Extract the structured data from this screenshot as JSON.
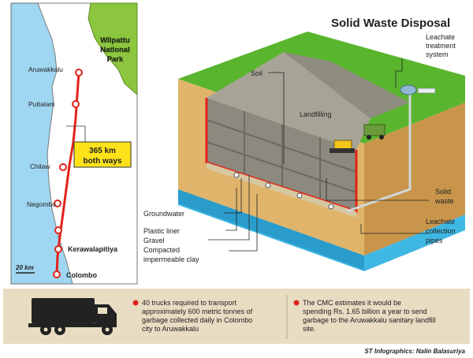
{
  "title": "Solid Waste Disposal",
  "map": {
    "park": [
      "Wilpattu",
      "National",
      "Park"
    ],
    "towns": {
      "aruwakkalu": "Aruwakkalu",
      "puttalam": "Puttalam",
      "chilaw": "Chilaw",
      "negombo": "Negombo",
      "kerawalapitiya": "Kerawalapitiya",
      "colombo": "Colombo"
    },
    "distance": [
      "365 km",
      "both ways"
    ],
    "scale": "20 km"
  },
  "labels": {
    "soil": "Soil",
    "landfilling": "Landfilling",
    "leachate_treatment": [
      "Leachate",
      "treatment",
      "system"
    ],
    "groundwater": "Groundwater",
    "plastic_liner": "Plastic liner",
    "gravel": "Gravel",
    "clay": [
      "Compacted",
      "impermeable clay"
    ],
    "solid_waste": [
      "Solid",
      "waste"
    ],
    "leachate_pipes": [
      "Leachate",
      "collection",
      "pipes"
    ]
  },
  "facts": {
    "trucks": [
      "40 trucks required to transport",
      "approximately 600 metric tonnes of",
      "garbage collected daily in Colombo",
      "city to Aruwakkalu"
    ],
    "cmc": [
      "The CMC estimates it would be",
      "spending Rs. 1.65 billion a year to send",
      "garbage to the Aruwakkalu sanitary landfill",
      "site."
    ]
  },
  "credit": "ST Infographics: Nalin Balasuriya",
  "colors": {
    "grass": "#5ab52e",
    "grey": "#a7a497",
    "water": "#3fb7e3",
    "clay": "#e0b46a",
    "footer": "#e8dcc2",
    "accent": "#e2231a",
    "yellow": "#ffe21a",
    "map_sea": "#9fd6f1"
  }
}
